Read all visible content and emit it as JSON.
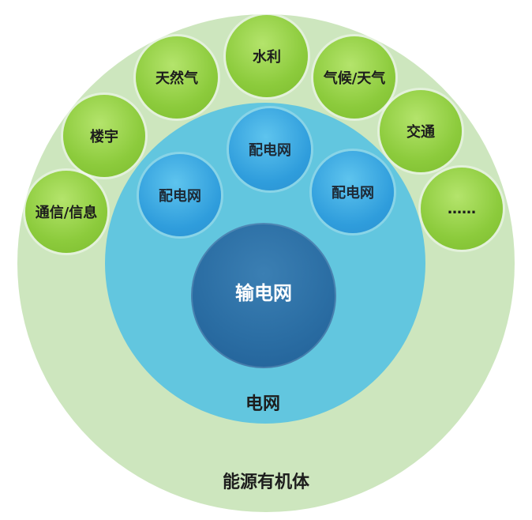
{
  "outer_label": "能源有机体",
  "grid_label": "电网",
  "transmission_label": "输电网",
  "distribution": [
    "配电网",
    "配电网",
    "配电网"
  ],
  "sectors": [
    "通信/信息",
    "楼宇",
    "天然气",
    "水利",
    "气候/天气",
    "交通",
    "……"
  ],
  "colors": {
    "outer": "#cde6be",
    "grid": "#62c6df",
    "transmission": "#2b6ea4",
    "distribution": "#2f9ddc",
    "sector": "#8ccb3c"
  }
}
